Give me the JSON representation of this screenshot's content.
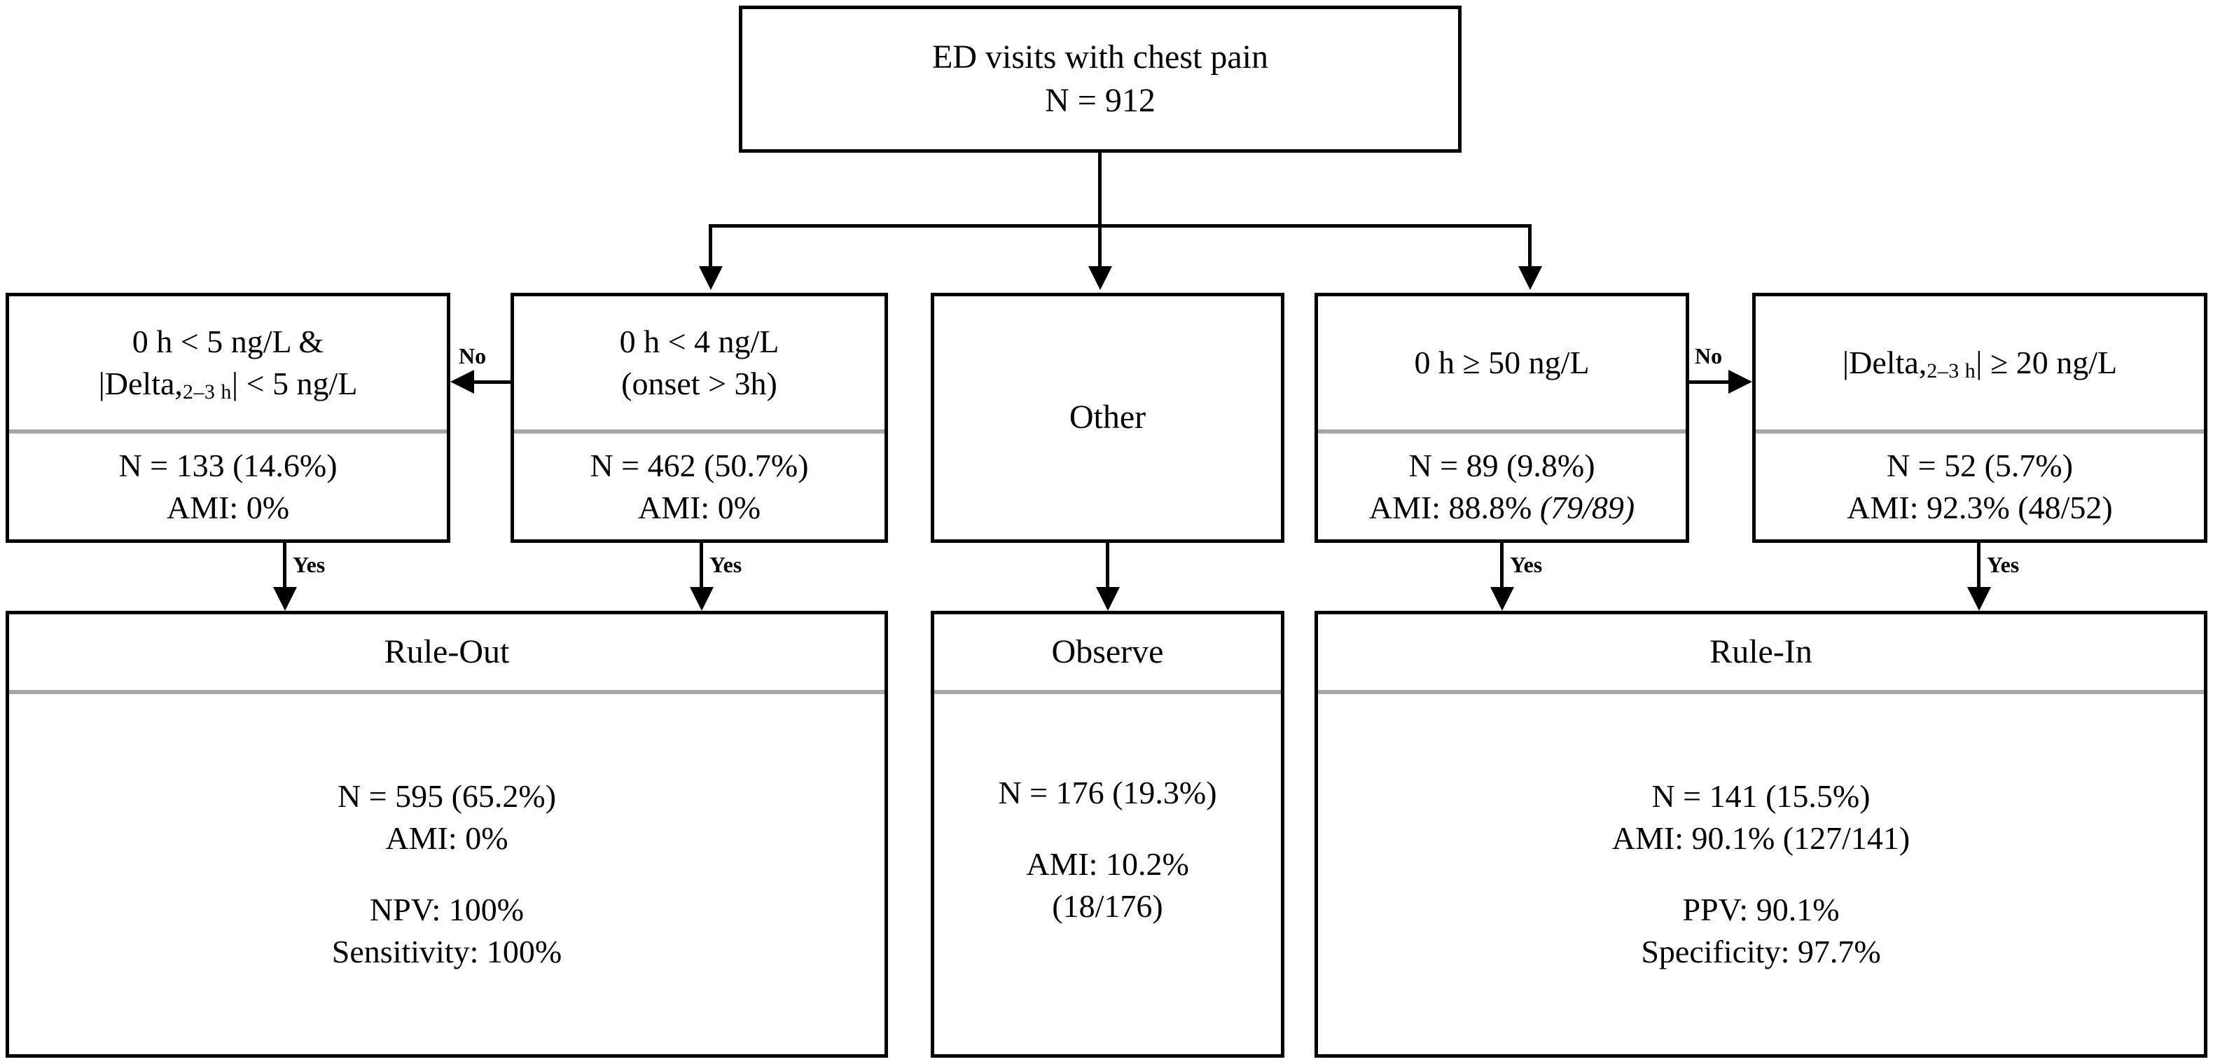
{
  "diagram": {
    "title": "Chest pain triage algorithm flowchart",
    "root": {
      "line1": "ED visits with chest pain",
      "line2": "N = 912"
    },
    "criteria_boxes": [
      {
        "id": "rule-out-criterion",
        "header_lines": [
          "0 h < 5 ng/L &",
          "|Delta,2–3 h| < 5 ng/L"
        ],
        "header_prefix": "|Delta,",
        "header_sub": "2–3 h",
        "header_suffix": "| < 5 ng/L",
        "n": "N = 133 (14.6%)",
        "ami": "AMI: 0%",
        "has_divider": true
      },
      {
        "id": "low-value-criterion",
        "header_lines": [
          "0 h < 4 ng/L",
          "(onset > 3h)"
        ],
        "n": "N = 462 (50.7%)",
        "ami": "AMI: 0%",
        "has_divider": true
      },
      {
        "id": "other",
        "header_lines": [
          "Other"
        ],
        "n": "",
        "ami": "",
        "has_divider": false
      },
      {
        "id": "rule-in-criterion",
        "header_lines": [
          "0  h ≥ 50 ng/L"
        ],
        "n": "N = 89 (9.8%)",
        "ami_prefix": "AMI: 88.8% ",
        "ami_frac": "(79/89)",
        "has_divider": true
      },
      {
        "id": "delta-criterion",
        "header_prefix": "|Delta,",
        "header_sub": "2–3 h",
        "header_suffix": "| ≥ 20 ng/L",
        "n": "N = 52 (5.7%)",
        "ami": "AMI: 92.3% (48/52)",
        "has_divider": true
      }
    ],
    "outcome_boxes": [
      {
        "id": "rule-out",
        "title": "Rule-Out",
        "lines": [
          "N = 595 (65.2%)",
          "AMI: 0%",
          "",
          "NPV: 100%",
          "Sensitivity: 100%"
        ]
      },
      {
        "id": "observe",
        "title": "Observe",
        "lines": [
          "N = 176 (19.3%)",
          "",
          "AMI: 10.2%",
          "(18/176)"
        ]
      },
      {
        "id": "rule-in",
        "title": "Rule-In",
        "lines": [
          "N = 141 (15.5%)",
          "AMI: 90.1% (127/141)",
          "",
          "PPV: 90.1%",
          "Specificity: 97.7%"
        ]
      }
    ],
    "edge_labels": {
      "no_left": "No",
      "no_right": "No",
      "yes_1": "Yes",
      "yes_2": "Yes",
      "yes_4": "Yes",
      "yes_5": "Yes"
    },
    "colors": {
      "border": "#000000",
      "divider": "#a6a6a6",
      "background": "#ffffff",
      "text": "#000000"
    }
  }
}
